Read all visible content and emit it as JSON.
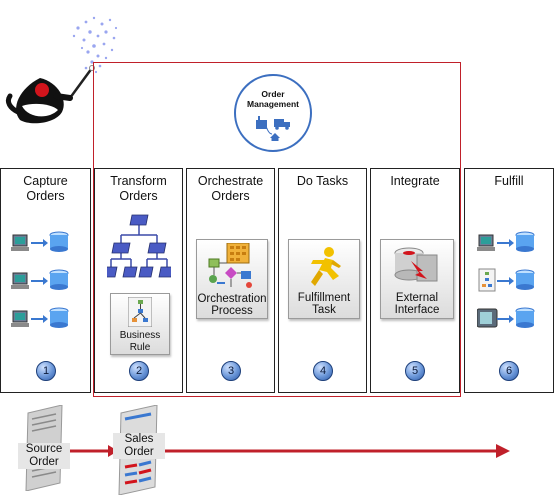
{
  "management": {
    "line1": "Order",
    "line2": "Management"
  },
  "columns": [
    {
      "id": "capture",
      "title_line1": "Capture",
      "title_line2": "Orders",
      "step": "1"
    },
    {
      "id": "transform",
      "title_line1": "Transform",
      "title_line2": "Orders",
      "step": "2"
    },
    {
      "id": "orchestrate",
      "title_line1": "Orchestrate",
      "title_line2": "Orders",
      "step": "3"
    },
    {
      "id": "tasks",
      "title_line1": "Do Tasks",
      "title_line2": "",
      "step": "4"
    },
    {
      "id": "integrate",
      "title_line1": "Integrate",
      "title_line2": "",
      "step": "5"
    },
    {
      "id": "fulfill",
      "title_line1": "Fulfill",
      "title_line2": "",
      "step": "6"
    }
  ],
  "tiles": {
    "business_rule": {
      "line1": "Business",
      "line2": "Rule"
    },
    "orchestration": {
      "line1": "Orchestration",
      "line2": "Process"
    },
    "fulfillment": {
      "line1": "Fulfillment",
      "line2": "Task"
    },
    "external": {
      "line1": "External",
      "line2": "Interface"
    }
  },
  "documents": {
    "source": {
      "line1": "Source",
      "line2": "Order"
    },
    "sales": {
      "line1": "Sales",
      "line2": "Order"
    }
  },
  "colors": {
    "frame": "#c0202a",
    "arrow": "#c0202a",
    "step": "#4f7fc4",
    "database": "#3a78d0"
  }
}
